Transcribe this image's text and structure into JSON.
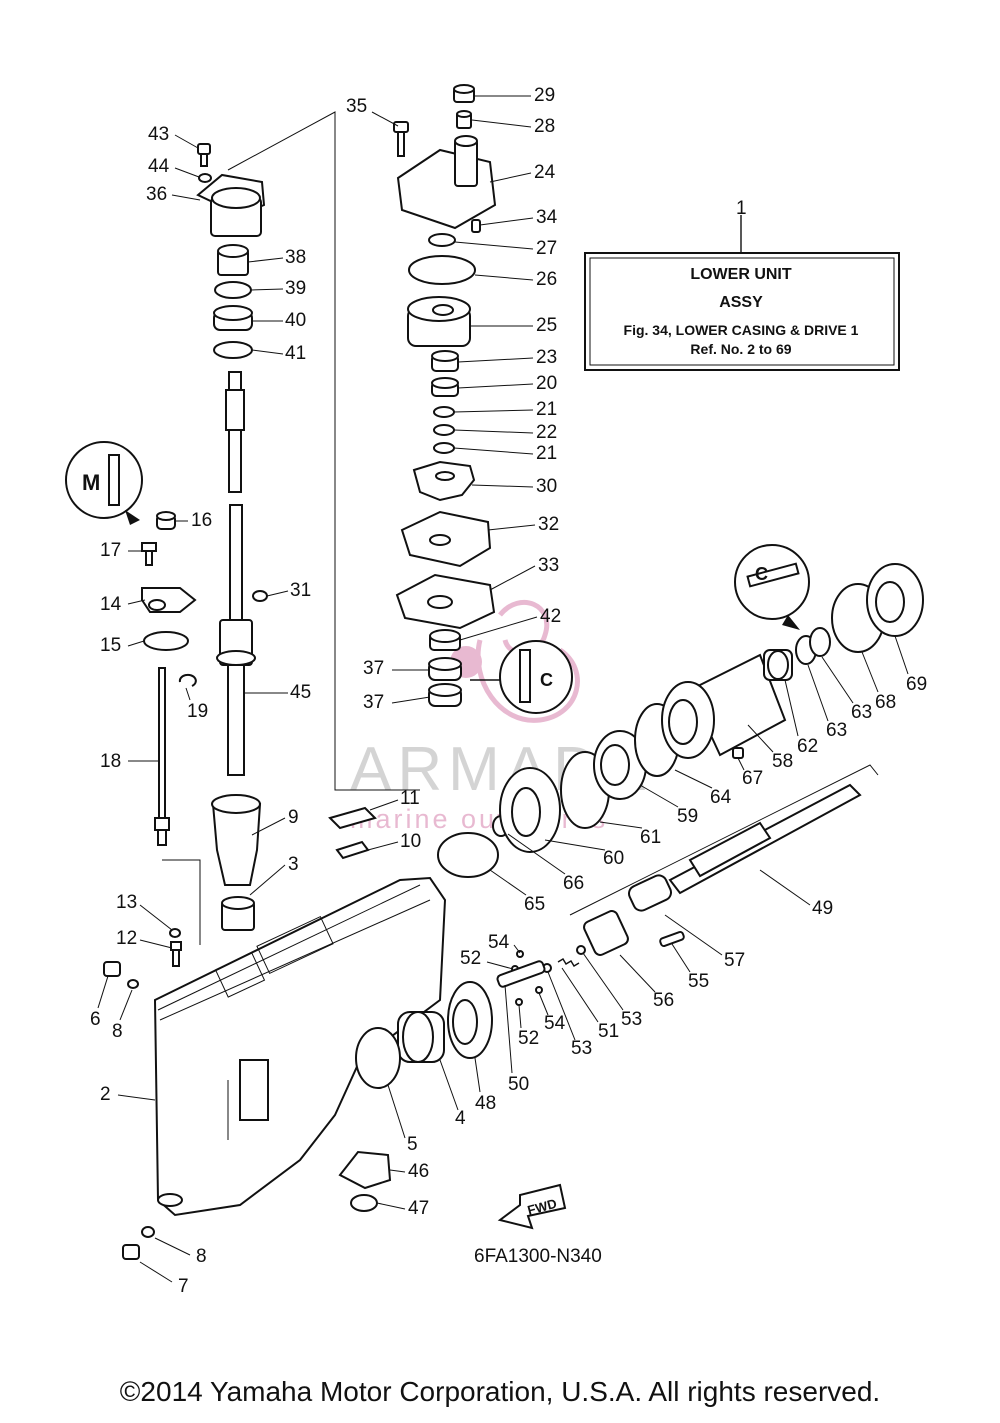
{
  "title_box": {
    "ref": "1",
    "line1": "LOWER UNIT",
    "line2": "ASSY",
    "line3": "Fig. 34, LOWER CASING & DRIVE 1",
    "line4": "Ref. No. 2 to 69"
  },
  "watermark": {
    "line1": "ARMADA",
    "line2": "marine outboards",
    "color": "#d98cb3"
  },
  "direction_label": "FWD",
  "drawing_code": "6FA1300-N340",
  "copyright": "©2014 Yamaha Motor Corporation, U.S.A. All rights reserved.",
  "callouts": [
    "2",
    "3",
    "4",
    "5",
    "6",
    "7",
    "8",
    "8",
    "9",
    "10",
    "11",
    "12",
    "13",
    "14",
    "15",
    "16",
    "17",
    "18",
    "19",
    "20",
    "21",
    "21",
    "22",
    "23",
    "24",
    "25",
    "26",
    "27",
    "28",
    "29",
    "30",
    "31",
    "32",
    "33",
    "34",
    "35",
    "36",
    "37",
    "37",
    "38",
    "39",
    "40",
    "41",
    "42",
    "43",
    "44",
    "45",
    "46",
    "47",
    "48",
    "49",
    "50",
    "51",
    "52",
    "52",
    "53",
    "53",
    "54",
    "54",
    "55",
    "56",
    "57",
    "58",
    "59",
    "60",
    "61",
    "62",
    "63",
    "63",
    "64",
    "65",
    "66",
    "67",
    "68",
    "69"
  ]
}
